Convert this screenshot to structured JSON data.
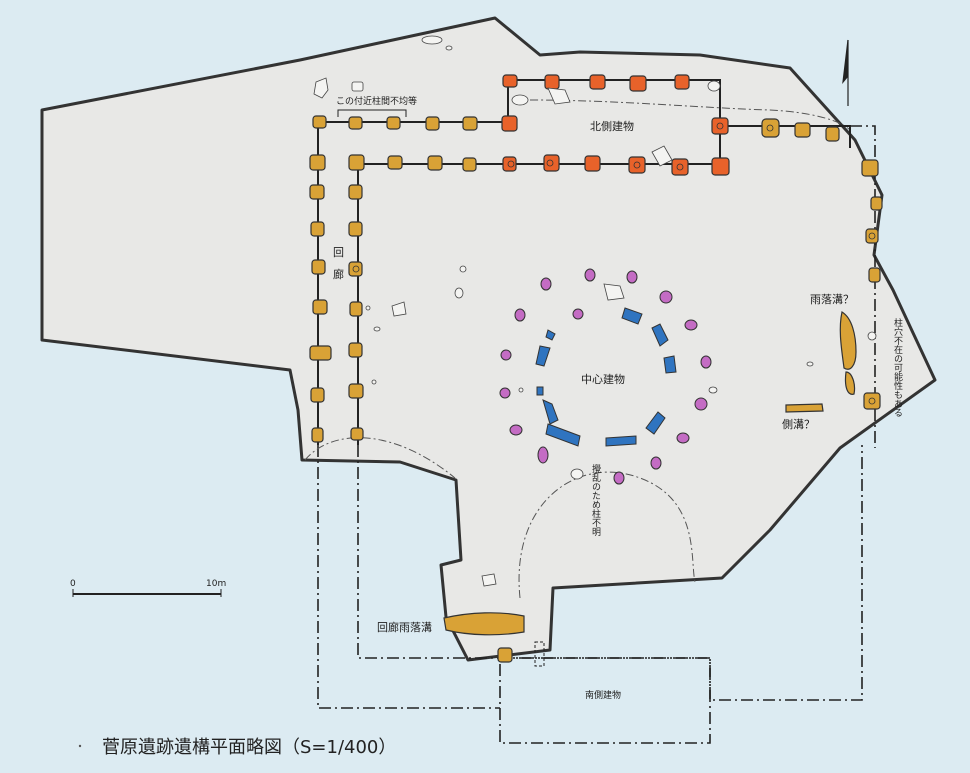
{
  "labels": {
    "north_building": "北側建物",
    "central_building": "中心建物",
    "corridor_1": "回",
    "corridor_2": "廊",
    "pillar_uneven_note": "この付近柱間不均等",
    "rain_gutter_q": "雨落溝？",
    "side_ditch_q": "側溝？",
    "corridor_rain_gutter": "回廊雨落溝",
    "south_building": "南側建物",
    "disturbance_note": "攪乱のため柱不明",
    "no_posthole_note": "柱穴不在の可能性もある",
    "caption": "菅原遺跡遺構平面略図（S=1/400）"
  },
  "scale_bar": {
    "start": "0",
    "end": "10m"
  },
  "colors": {
    "background": "#dcebf2",
    "excavation_area": "#e8e8e6",
    "outline": "#333333",
    "corridor_posthole": "#d9a236",
    "north_building_posthole": "#e8622a",
    "inner_ring_posthole": "#2f74c0",
    "outer_ring_posthole": "#c46cc4"
  }
}
